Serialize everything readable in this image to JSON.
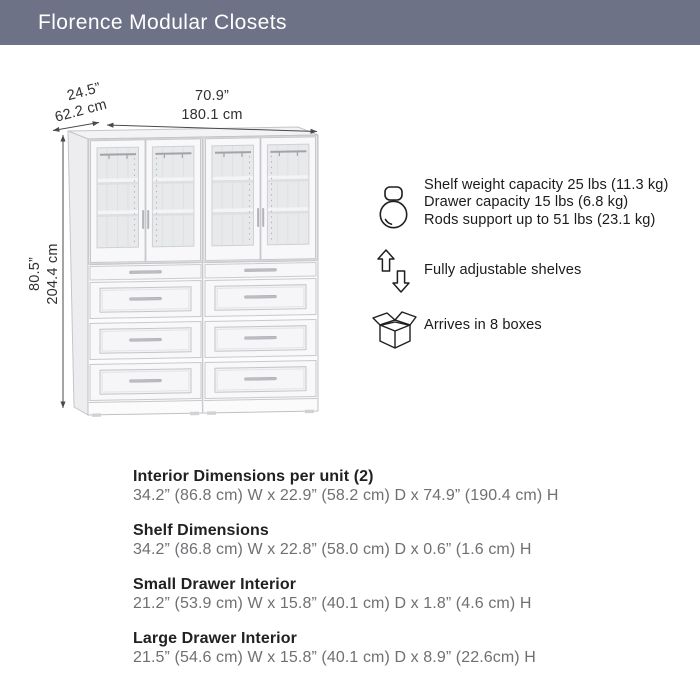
{
  "header": {
    "title": "Florence Modular Closets"
  },
  "colors": {
    "header_bg": "#6d7287",
    "dimension_line": "#4a4a4c",
    "body_text": "#1b1b1d",
    "spec_value_text": "#707074"
  },
  "dimensions": {
    "depth_in": "24.5”",
    "depth_cm": "62.2 cm",
    "width_in": "70.9”",
    "width_cm": "180.1 cm",
    "height_in": "80.5”",
    "height_cm": "204.4 cm"
  },
  "features": [
    {
      "icon": "kettlebell-icon",
      "lines": [
        "Shelf weight capacity 25 lbs (11.3 kg)",
        "Drawer capacity 15 lbs (6.8 kg)",
        "Rods support up to 51 lbs (23.1 kg)"
      ]
    },
    {
      "icon": "adjustable-shelves-arrows-icon",
      "lines": [
        "Fully adjustable shelves"
      ]
    },
    {
      "icon": "open-box-icon",
      "lines": [
        "Arrives in 8 boxes"
      ]
    }
  ],
  "specs": [
    {
      "title": "Interior Dimensions per unit (2)",
      "value": "34.2” (86.8 cm) W x 22.9” (58.2 cm) D x 74.9” (190.4 cm) H"
    },
    {
      "title": "Shelf Dimensions",
      "value": "34.2” (86.8 cm) W x 22.8” (58.0 cm) D x 0.6” (1.6 cm) H"
    },
    {
      "title": "Small Drawer Interior",
      "value": "21.2” (53.9 cm) W x 15.8” (40.1 cm) D x 1.8” (4.6 cm) H"
    },
    {
      "title": "Large Drawer Interior",
      "value": "21.5” (54.6 cm) W x 15.8” (40.1 cm) D x 8.9” (22.6cm) H"
    }
  ]
}
